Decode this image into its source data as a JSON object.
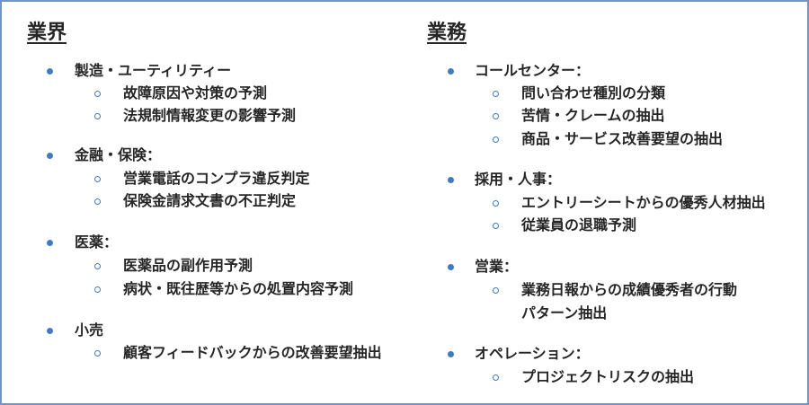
{
  "left": {
    "heading": "業界",
    "groups": [
      {
        "label": "製造・ユーティリティー",
        "items": [
          "故障原因や対策の予測",
          "法規制情報変更の影響予測"
        ]
      },
      {
        "label": "金融・保険：",
        "items": [
          "営業電話のコンプラ違反判定",
          "保険金請求文書の不正判定"
        ]
      },
      {
        "label": "医薬：",
        "items": [
          "医薬品の副作用予測",
          "病状・既往歴等からの処置内容予測"
        ]
      },
      {
        "label": "小売",
        "items": [
          "顧客フィードバックからの改善要望抽出"
        ]
      }
    ]
  },
  "right": {
    "heading": "業務",
    "groups": [
      {
        "label": "コールセンター：",
        "items": [
          "問い合わせ種別の分類",
          "苦情・クレームの抽出",
          "商品・サービス改善要望の抽出"
        ]
      },
      {
        "label": "採用・人事：",
        "items": [
          "エントリーシートからの優秀人材抽出",
          "従業員の退職予測"
        ]
      },
      {
        "label": "営業：",
        "items": [
          "業務日報からの成績優秀者の行動",
          "パターン抽出"
        ]
      },
      {
        "label": "オペレーション：",
        "items": [
          "プロジェクトリスクの抽出"
        ]
      }
    ]
  }
}
